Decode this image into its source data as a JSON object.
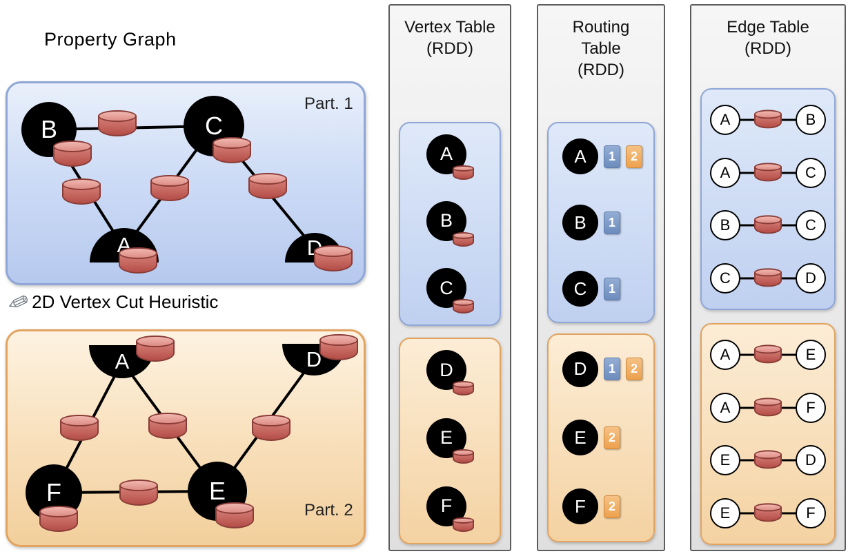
{
  "property_graph": {
    "title": "Property Graph",
    "cut_label": "2D Vertex Cut Heuristic",
    "part1": {
      "label": "Part. 1",
      "vertices": {
        "A": "A",
        "B": "B",
        "C": "C",
        "D": "D"
      },
      "edges": [
        [
          "B",
          "C"
        ],
        [
          "B",
          "A"
        ],
        [
          "C",
          "A"
        ],
        [
          "C",
          "D"
        ]
      ]
    },
    "part2": {
      "label": "Part. 2",
      "vertices": {
        "A": "A",
        "D": "D",
        "E": "E",
        "F": "F"
      },
      "edges": [
        [
          "A",
          "F"
        ],
        [
          "A",
          "E"
        ],
        [
          "D",
          "E"
        ],
        [
          "F",
          "E"
        ]
      ]
    }
  },
  "vertex_table": {
    "title": "Vertex Table",
    "subtitle": "(RDD)",
    "part1": [
      "A",
      "B",
      "C"
    ],
    "part2": [
      "D",
      "E",
      "F"
    ]
  },
  "routing_table": {
    "title": "Routing Table",
    "subtitle": "(RDD)",
    "part1": [
      {
        "vertex": "A",
        "badges": [
          {
            "n": "1",
            "part": "1"
          },
          {
            "n": "2",
            "part": "2"
          }
        ]
      },
      {
        "vertex": "B",
        "badges": [
          {
            "n": "1",
            "part": "1"
          }
        ]
      },
      {
        "vertex": "C",
        "badges": [
          {
            "n": "1",
            "part": "1"
          }
        ]
      }
    ],
    "part2": [
      {
        "vertex": "D",
        "badges": [
          {
            "n": "1",
            "part": "1"
          },
          {
            "n": "2",
            "part": "2"
          }
        ]
      },
      {
        "vertex": "E",
        "badges": [
          {
            "n": "2",
            "part": "2"
          }
        ]
      },
      {
        "vertex": "F",
        "badges": [
          {
            "n": "2",
            "part": "2"
          }
        ]
      }
    ]
  },
  "edge_table": {
    "title": "Edge Table",
    "subtitle": "(RDD)",
    "part1": [
      {
        "src": "A",
        "dst": "B"
      },
      {
        "src": "A",
        "dst": "C"
      },
      {
        "src": "B",
        "dst": "C"
      },
      {
        "src": "C",
        "dst": "D"
      }
    ],
    "part2": [
      {
        "src": "A",
        "dst": "E"
      },
      {
        "src": "A",
        "dst": "F"
      },
      {
        "src": "E",
        "dst": "D"
      },
      {
        "src": "E",
        "dst": "F"
      }
    ]
  },
  "icons": {
    "pencil": "✎"
  },
  "colors": {
    "partition1_fill": "#c6d5f2",
    "partition1_border": "#8fa6d6",
    "partition2_fill": "#f7dcb4",
    "partition2_border": "#e2a35f",
    "cylinder": "#c9635c",
    "badge_blue": "#7b95c4",
    "badge_orange": "#eda14e",
    "column_fill": "#e9e9e9",
    "vertex_fill": "#000000"
  }
}
